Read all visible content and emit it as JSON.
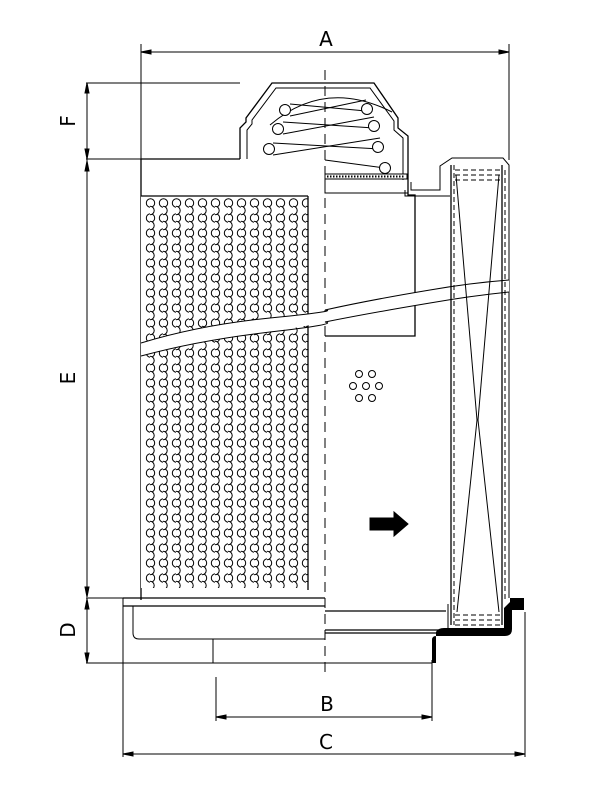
{
  "diagram": {
    "subject": "Filter element cross-section with dimension callouts",
    "dimensions": {
      "A": "A",
      "B": "B",
      "C": "C",
      "D": "D",
      "E": "E",
      "F": "F"
    },
    "flow_arrow": "right-arrow",
    "colors": {
      "line": "#000000",
      "background": "#ffffff"
    }
  }
}
